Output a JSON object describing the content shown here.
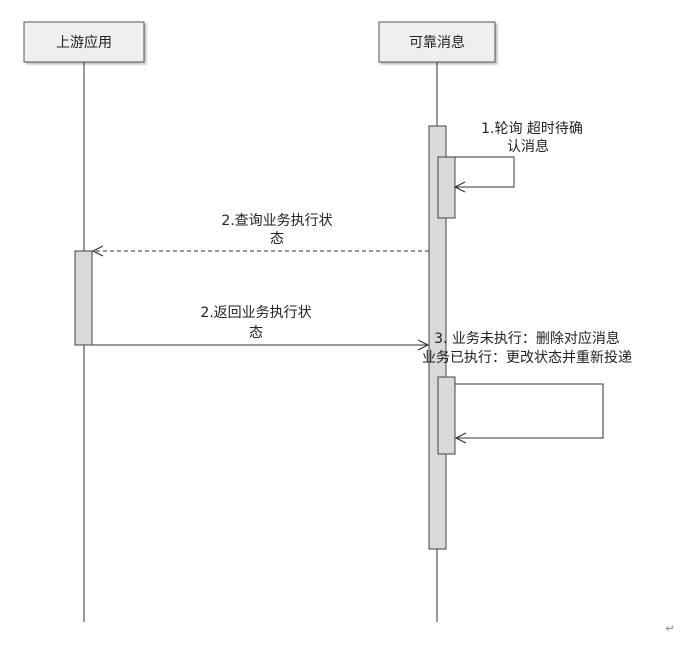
{
  "participants": {
    "upstream": "上游应用",
    "reliable": "可靠消息"
  },
  "messages": {
    "m1": {
      "line1": "1.轮询 超时待确",
      "line2": "认消息"
    },
    "m2": {
      "line1": "2.查询业务执行状",
      "line2": "态"
    },
    "m3": {
      "line1": "2.返回业务执行状",
      "line2": "态"
    },
    "m4": {
      "line1": "3. 业务未执行：删除对应消息",
      "line2": "业务已执行：更改状态并重新投递"
    }
  },
  "footer_mark": "↵",
  "colors": {
    "box_fill": "#efefef",
    "activation_fill": "#d9d9d9",
    "line": "#333333"
  }
}
